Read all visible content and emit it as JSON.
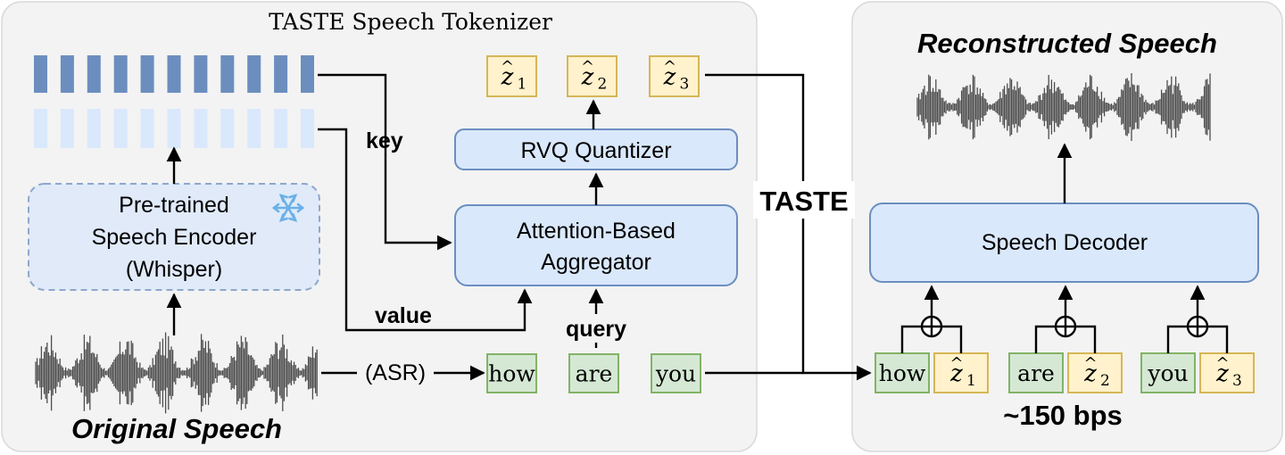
{
  "left_panel": {
    "title": "TASTE Speech Tokenizer",
    "encoder": {
      "line1": "Pre-trained",
      "line2": "Speech Encoder",
      "line3": "(Whisper)",
      "frozen_icon": "snowflake-icon"
    },
    "aggregator": {
      "line1": "Attention-Based",
      "line2": "Aggregator"
    },
    "quantizer": "RVQ Quantizer",
    "tokens": [
      {
        "base": "z",
        "hat": "^",
        "sub": "1"
      },
      {
        "base": "z",
        "hat": "^",
        "sub": "2"
      },
      {
        "base": "z",
        "hat": "^",
        "sub": "3"
      }
    ],
    "words": [
      "how",
      "are",
      "you"
    ],
    "labels": {
      "key": "key",
      "value": "value",
      "query": "query",
      "asr": "(ASR)",
      "original_speech": "Original Speech"
    }
  },
  "center_label": "TASTE",
  "right_panel": {
    "title": "Reconstructed Speech",
    "decoder": "Speech Decoder",
    "pairs": [
      {
        "word": "how",
        "base": "z",
        "hat": "^",
        "sub": "1"
      },
      {
        "word": "are",
        "base": "z",
        "hat": "^",
        "sub": "2"
      },
      {
        "word": "you",
        "base": "z",
        "hat": "^",
        "sub": "3"
      }
    ],
    "bitrate": "~150 bps"
  },
  "colors": {
    "panel_bg": "#f3f3f3",
    "panel_border": "#d9d9d9",
    "module_fill": "#dae8fc",
    "module_stroke": "#6c8ebf",
    "token_fill": "#fff2cc",
    "token_stroke": "#d6b656",
    "word_fill": "#d5e8d4",
    "word_stroke": "#82b366",
    "key_bar": "#6c8ebf",
    "value_bar": "#dae8fc",
    "snowflake": "#6ab0e8"
  }
}
